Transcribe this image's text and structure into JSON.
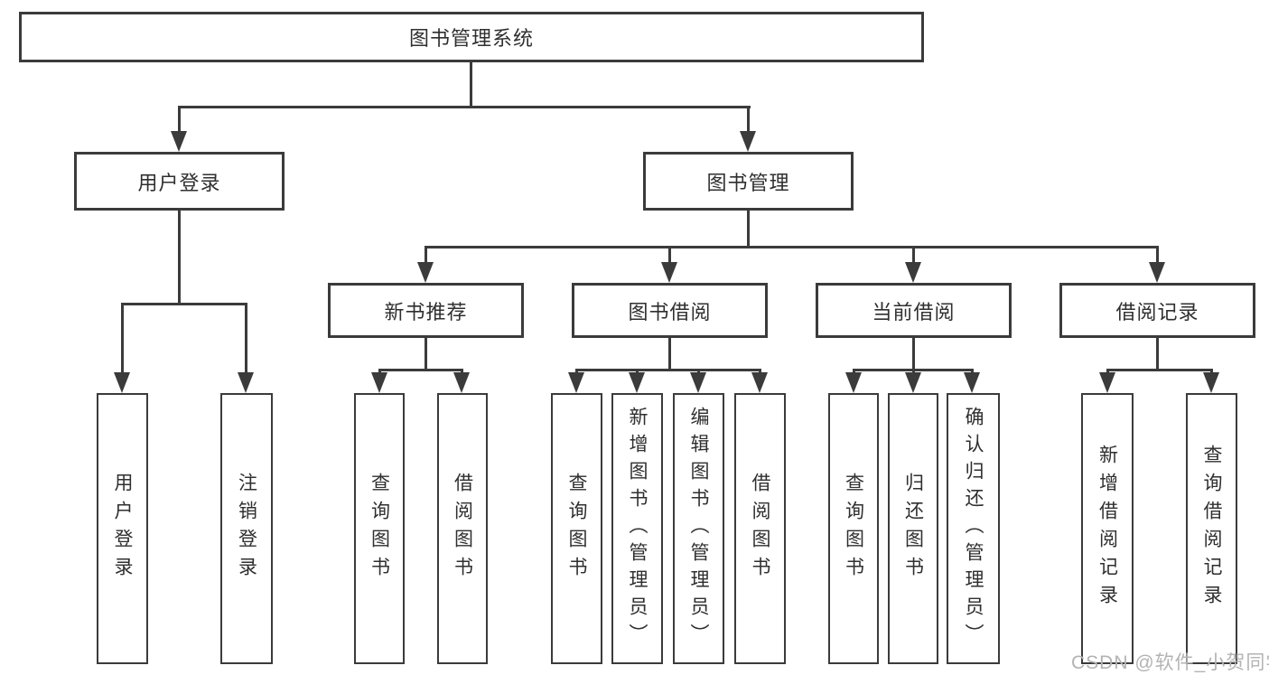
{
  "diagram": {
    "root": {
      "label": "图书管理系统"
    },
    "level2": [
      {
        "label": "用户登录"
      },
      {
        "label": "图书管理"
      }
    ],
    "level3": [
      {
        "label": "新书推荐"
      },
      {
        "label": "图书借阅"
      },
      {
        "label": "当前借阅"
      },
      {
        "label": "借阅记录"
      }
    ],
    "leaves": {
      "user_login": [
        "用户登录",
        "注销登录"
      ],
      "new_book": [
        "查询图书",
        "借阅图书"
      ],
      "book_borrow": [
        "查询图书",
        "新增图书（管理员）",
        "编辑图书（管理员）",
        "借阅图书"
      ],
      "current_borrow": [
        "查询图书",
        "归还图书",
        "确认归还（管理员）"
      ],
      "borrow_record": [
        "新增借阅记录",
        "查询借阅记录"
      ]
    }
  },
  "watermark": "CSDN @软件_小贺同学",
  "colors": {
    "line": "#3b3b3b",
    "text": "#2f2f2f",
    "watermark": "#b3b3b3",
    "background": "#ffffff"
  }
}
